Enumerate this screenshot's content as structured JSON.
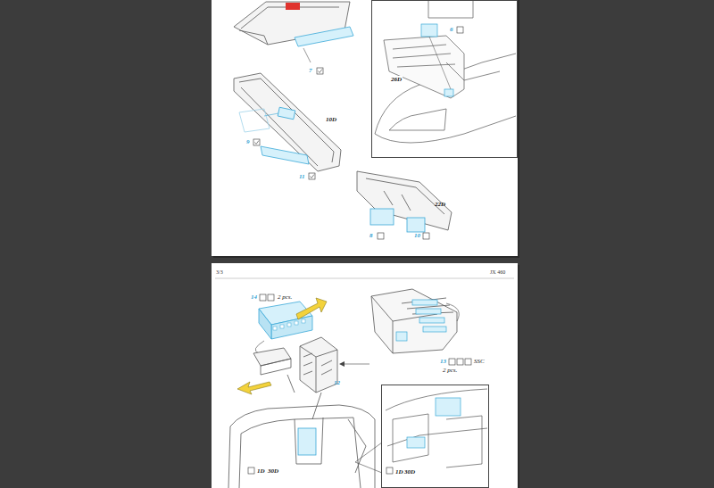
{
  "diagram": {
    "nodes": [
      {
        "text": [
          "26D"
        ]
      },
      {
        "text": [
          "1D",
          "30D"
        ]
      }
    ],
    "labels": [
      "7",
      "10D",
      "9",
      "11",
      "6",
      "22D",
      "8",
      "10",
      "3/3",
      "JX 460",
      "14",
      "2 pcs.",
      "13",
      "SSC",
      "2 pcs.",
      "12",
      "1D",
      "30D"
    ]
  }
}
